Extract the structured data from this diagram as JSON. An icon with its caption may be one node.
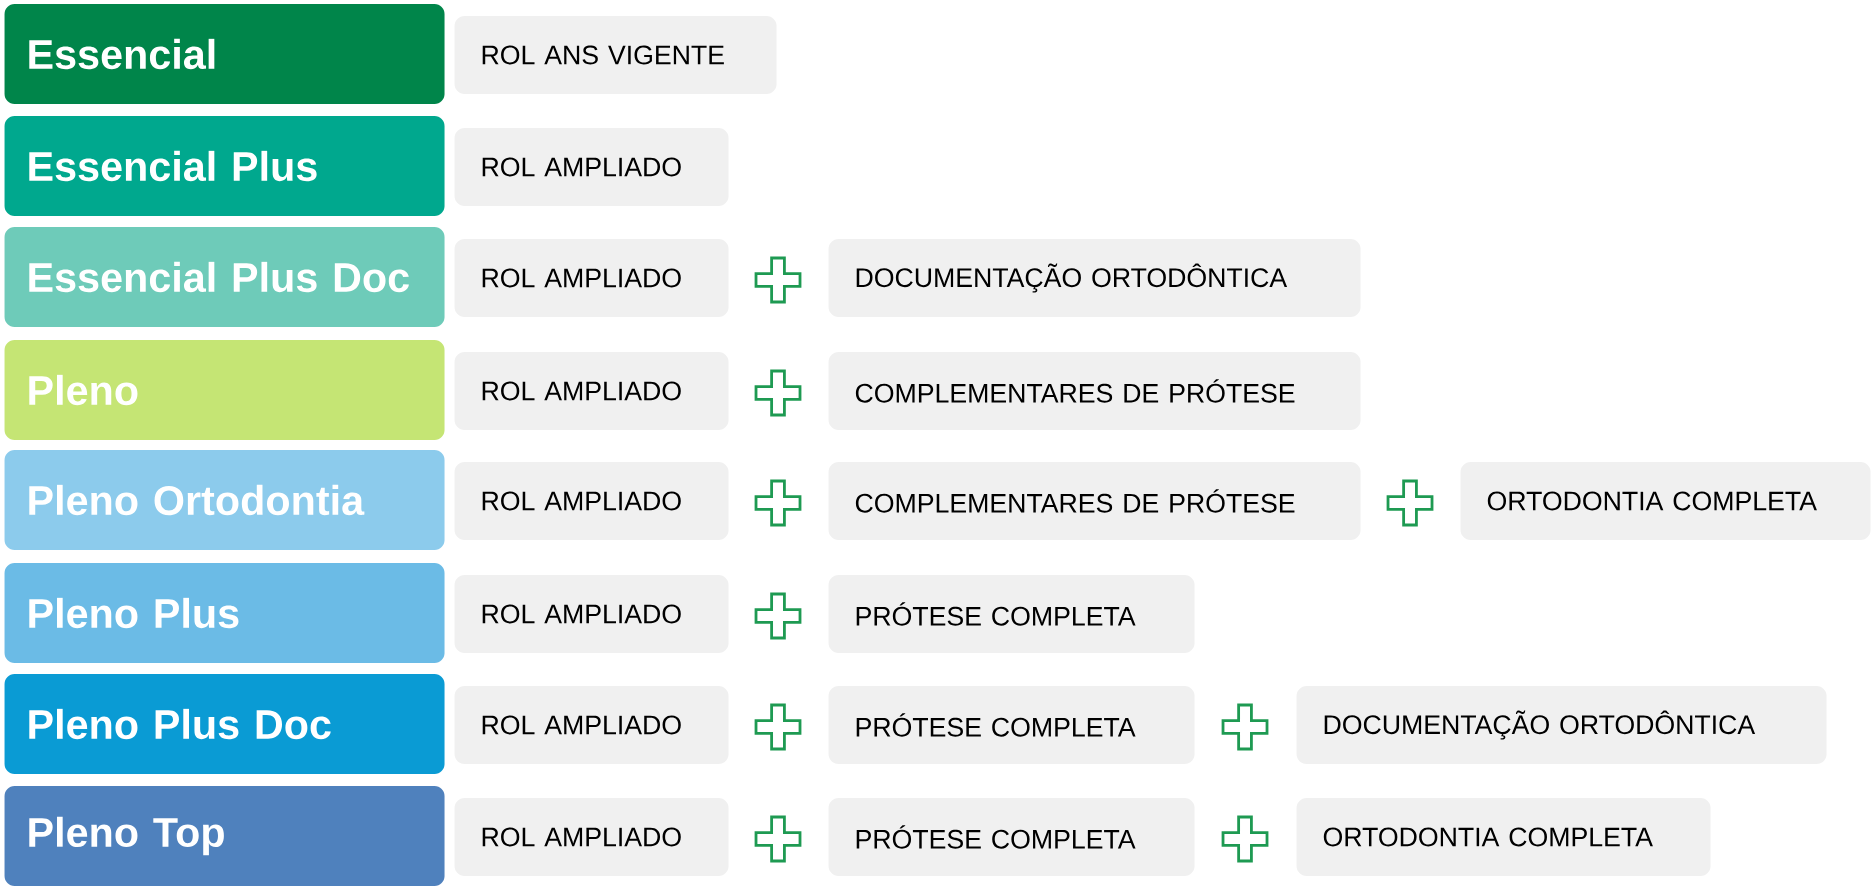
{
  "diagram": {
    "nodes": [
      {
        "text": [
          "Essencial"
        ]
      },
      {
        "text": [
          "ROL ANS VIGENTE"
        ]
      },
      {
        "text": [
          "Essencial Plus"
        ]
      },
      {
        "text": [
          "ROL AMPLIADO"
        ]
      },
      {
        "text": [
          "Essencial Plus Doc"
        ]
      },
      {
        "text": [
          "ROL AMPLIADO"
        ]
      },
      {
        "text": [
          "DOCUMENTAÇÃO ORTODÔNTICA"
        ]
      },
      {
        "text": [
          "Pleno"
        ]
      },
      {
        "text": [
          "ROL AMPLIADO"
        ]
      },
      {
        "text": [
          "COMPLEMENTARES DE PRÓTESE"
        ]
      },
      {
        "text": [
          "Pleno Ortodontia"
        ]
      },
      {
        "text": [
          "ROL AMPLIADO"
        ]
      },
      {
        "text": [
          "COMPLEMENTARES DE PRÓTESE"
        ]
      },
      {
        "text": [
          "ORTODONTIA COMPLETA"
        ]
      },
      {
        "text": [
          "Pleno Plus"
        ]
      },
      {
        "text": [
          "ROL AMPLIADO"
        ]
      },
      {
        "text": [
          "PRÓTESE COMPLETA"
        ]
      },
      {
        "text": [
          "Pleno Plus Doc"
        ]
      },
      {
        "text": [
          "ROL AMPLIADO"
        ]
      },
      {
        "text": [
          "PRÓTESE COMPLETA"
        ]
      },
      {
        "text": [
          "DOCUMENTAÇÃO ORTODÔNTICA"
        ]
      },
      {
        "text": [
          "Pleno Top"
        ]
      },
      {
        "text": [
          "ROL AMPLIADO"
        ]
      },
      {
        "text": [
          "PRÓTESE COMPLETA"
        ]
      },
      {
        "text": [
          "ORTODONTIA COMPLETA"
        ]
      }
    ]
  }
}
